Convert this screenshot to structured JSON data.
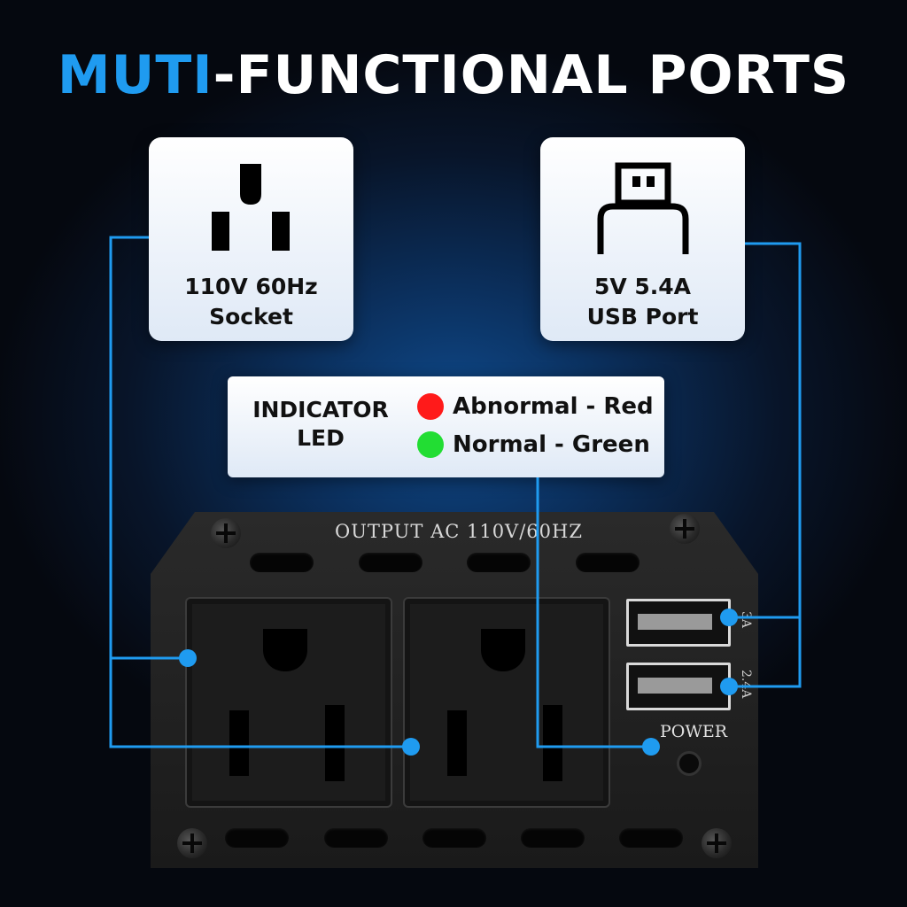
{
  "title": {
    "accent": "MUTI",
    "rest": "-FUNCTIONAL PORTS"
  },
  "colors": {
    "accent": "#1f9bf0",
    "line": "#1f9bf0",
    "red_led": "#ff1a1a",
    "green_led": "#22dd33"
  },
  "socket_card": {
    "icon": "ac-outlet-icon",
    "line1": "110V 60Hz",
    "line2": "Socket"
  },
  "usb_card": {
    "icon": "usb-plug-icon",
    "line1": "5V 5.4A",
    "line2": "USB Port"
  },
  "indicator": {
    "title_line1": "INDICATOR",
    "title_line2": "LED",
    "abnormal": "Abnormal - Red",
    "normal": "Normal - Green"
  },
  "device": {
    "label": "OUTPUT AC 110V/60HZ",
    "usb1_label": "3A",
    "usb2_label": "2.4A",
    "power_label": "POWER"
  }
}
